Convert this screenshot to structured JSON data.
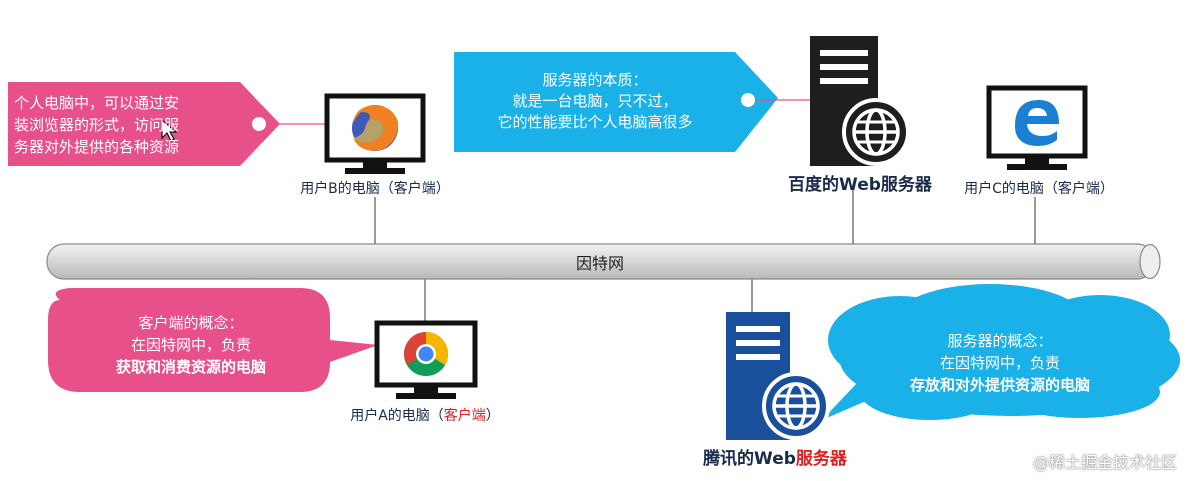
{
  "internet_label": "因特网",
  "callouts": {
    "personal_pc": {
      "lines": [
        "个人电脑中，可以通过安",
        "装浏览器的形式，访问服",
        "务器对外提供的各种资源"
      ],
      "color": "#e8508a"
    },
    "server_essence": {
      "lines": [
        "服务器的本质：",
        "就是一台电脑，只不过，",
        "它的性能要比个人电脑高很多"
      ],
      "color": "#1ab0e8"
    },
    "client_concept": {
      "lines": [
        "客户端的概念：",
        "在因特网中，负责",
        "获取和消费资源的电脑"
      ],
      "color": "#e8508a"
    },
    "server_concept": {
      "lines": [
        "服务器的概念：",
        "在因特网中，负责",
        "存放和对外提供资源的电脑"
      ],
      "color": "#1ab0e8"
    }
  },
  "nodes": {
    "user_b": {
      "label": "用户B的电脑（客户端）",
      "icon": "firefox-icon"
    },
    "user_c": {
      "label": "用户C的电脑（客户端）",
      "icon": "edge-icon"
    },
    "user_a": {
      "label_prefix": "用户A的电脑（",
      "label_highlight": "客户端",
      "label_suffix": "）",
      "icon": "chrome-icon"
    },
    "baidu_server": {
      "label": "百度的Web服务器",
      "icon": "server-globe-icon"
    },
    "tencent_server": {
      "label_prefix": "腾讯的Web",
      "label_highlight": "服务器",
      "icon": "server-globe-icon"
    }
  },
  "watermark": "@稀土掘金技术社区",
  "colors": {
    "pink": "#e8508a",
    "blue": "#1ab0e8",
    "server_dark": "#1e1e1e",
    "server_blue": "#1a4f9c",
    "pipe": "#d9d9d9",
    "highlight_red": "#e02020"
  }
}
